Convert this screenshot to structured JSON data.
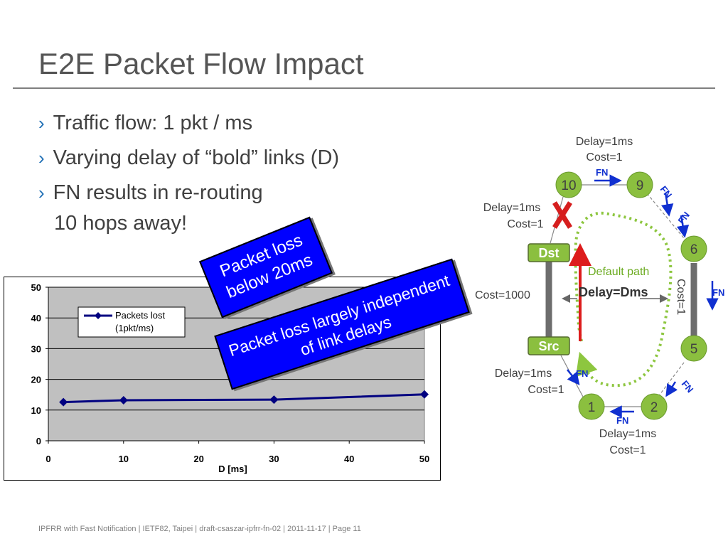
{
  "slide": {
    "title": "E2E Packet Flow Impact",
    "bullets": [
      {
        "mark": "›",
        "text": "Traffic flow: 1 pkt / ms"
      },
      {
        "mark": "›",
        "text": "Varying delay of “bold” links (D)"
      },
      {
        "mark": "›",
        "text": "FN results in re-routing"
      }
    ],
    "bullet_cont": "10 hops away!",
    "callout_loss": "Packet loss below 20ms",
    "callout_independent": "Packet loss largely independent of link delays",
    "footer": "IPFRR with Fast Notification  |  IETF82, Taipei  |  draft-csaszar-ipfrr-fn-02  |  2011-11-17  |  Page 11"
  },
  "chart_data": {
    "type": "line",
    "x": [
      2,
      10,
      30,
      50
    ],
    "series": [
      {
        "name": "Packets lost (1pkt/ms)",
        "values": [
          12.6,
          13.2,
          13.4,
          15.1
        ],
        "color": "#000080"
      }
    ],
    "xlabel": "D [ms]",
    "ylabel": "",
    "xlim": [
      0,
      50
    ],
    "ylim": [
      0,
      50
    ],
    "xticks": [
      0,
      10,
      20,
      30,
      40,
      50
    ],
    "yticks": [
      0,
      10,
      20,
      30,
      40,
      50
    ],
    "legend_lines": [
      "Packets lost",
      "(1pkt/ms)"
    ],
    "legend_position": "top-left",
    "grid": true,
    "plot_background": "#c0c0c0"
  },
  "network": {
    "nodes": {
      "n10": "10",
      "n9": "9",
      "n6": "6",
      "n5": "5",
      "n1": "1",
      "n2": "2",
      "dst": "Dst",
      "src": "Src"
    },
    "labels": {
      "top_delay": "Delay=1ms",
      "top_cost": "Cost=1",
      "left_delay": "Delay=1ms",
      "left_cost": "Cost=1",
      "cost_1000": "Cost=1000",
      "default_path": "Default path",
      "delay_d": "Delay=Dms",
      "cost_right": "Cost=1",
      "bl_delay": "Delay=1ms",
      "bl_cost": "Cost=1",
      "bottom_delay": "Delay=1ms",
      "bottom_cost": "Cost=1",
      "fn": "FN"
    },
    "colors": {
      "node_fill": "#8bbf3f",
      "path_green": "#8dc63f",
      "arrow_red": "#dd1c1c",
      "fn_blue": "#1030d0",
      "bold_link": "#6d6d6d",
      "cross_red": "#d61e1e"
    }
  }
}
